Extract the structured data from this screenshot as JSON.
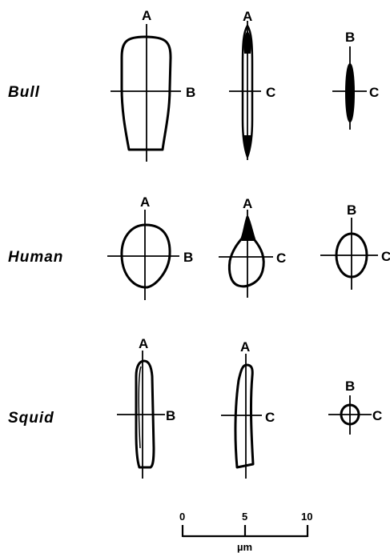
{
  "rows": [
    {
      "species": "Bull",
      "views": [
        {
          "top_label": "A",
          "side_label": "B"
        },
        {
          "top_label": "A",
          "side_label": "C"
        },
        {
          "top_label": "B",
          "side_label": "C"
        }
      ]
    },
    {
      "species": "Human",
      "views": [
        {
          "top_label": "A",
          "side_label": "B"
        },
        {
          "top_label": "A",
          "side_label": "C"
        },
        {
          "top_label": "B",
          "side_label": "C"
        }
      ]
    },
    {
      "species": "Squid",
      "views": [
        {
          "top_label": "A",
          "side_label": "B"
        },
        {
          "top_label": "A",
          "side_label": "C"
        },
        {
          "top_label": "B",
          "side_label": "C"
        }
      ]
    }
  ],
  "scale_bar": {
    "ticks": [
      "0",
      "5",
      "10"
    ],
    "unit": "µm"
  }
}
